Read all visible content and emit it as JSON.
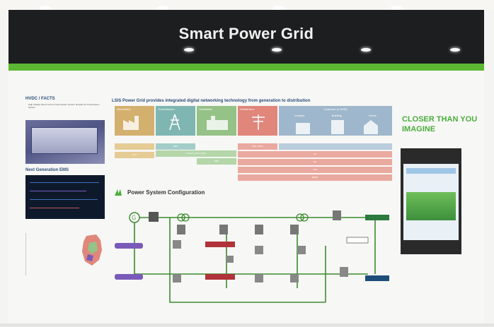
{
  "header": {
    "title": "Smart Power Grid"
  },
  "left_panel": {
    "hvdc_title": "HVDC / FACTS",
    "hvdc_text": "High Voltage Direct Current Transmission System Flexible AC Transmission System",
    "ems_title": "Next Generation EMS"
  },
  "main": {
    "description": "LSIS Power Grid provides integrated digital networking technology from generation to distribution",
    "categories": [
      "Generation",
      "Transmission",
      "Substation",
      "Distribution",
      "Customer (u-EMS)"
    ],
    "customer_subs": [
      "Industry",
      "Building",
      "Home"
    ],
    "bars": [
      "DCS",
      "EMS",
      "SCADA, EMS, IEMS",
      "DMS",
      "DAS, FRTU",
      "PV",
      "EV",
      "AMI",
      "BESS"
    ]
  },
  "config": {
    "title": "Power System Configuration"
  },
  "kiosk": {
    "tagline": "CLOSER THAN YOU IMAGINE"
  },
  "colors": {
    "header_bg": "#1d1e1f",
    "accent_green": "#5cb832",
    "title_blue": "#2c4e7a",
    "generation": "#d4b06f",
    "transmission": "#7fb6b2",
    "substation": "#95c287",
    "distribution": "#e0867b",
    "customer": "#9fb7cc"
  }
}
